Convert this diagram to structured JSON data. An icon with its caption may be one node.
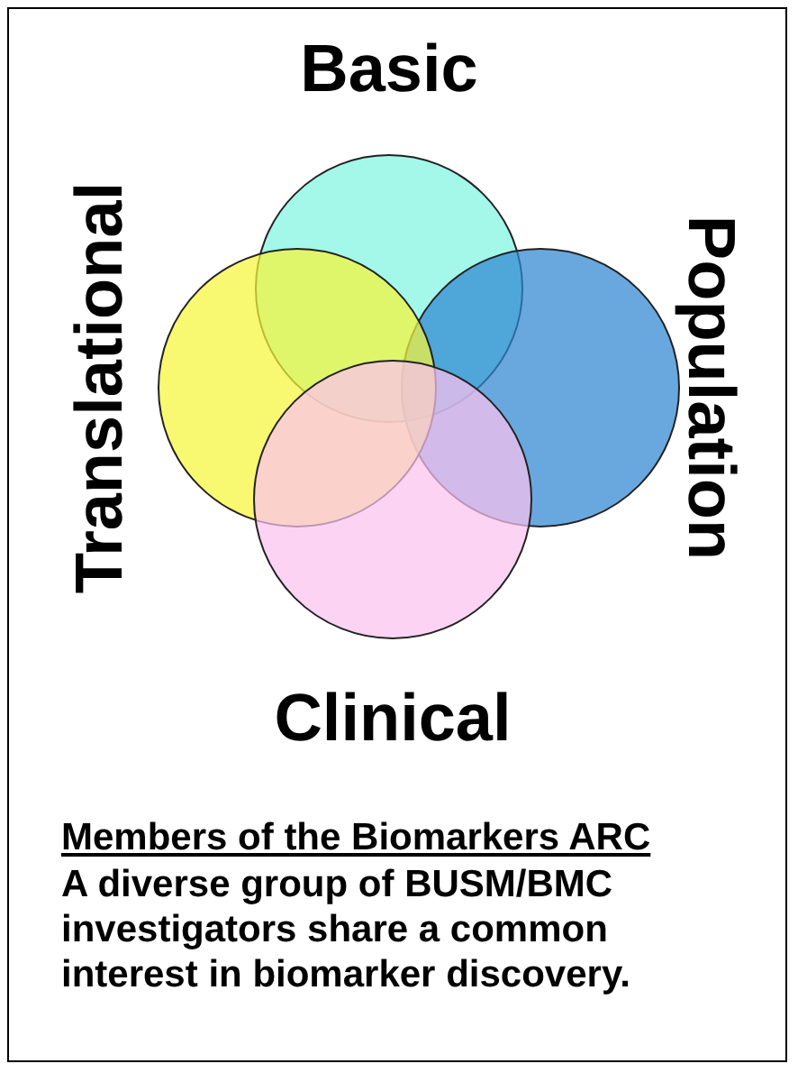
{
  "diagram": {
    "nodes": [
      {
        "text": [
          "Basic"
        ]
      },
      {
        "text": [
          "Translational"
        ]
      },
      {
        "text": [
          "Population"
        ]
      },
      {
        "text": [
          "Clinical"
        ]
      }
    ],
    "labels": [
      "Members of the Biomarkers ARC",
      "A diverse group of BUSM/BMC investigators share a common interest in biomarker discovery."
    ]
  }
}
